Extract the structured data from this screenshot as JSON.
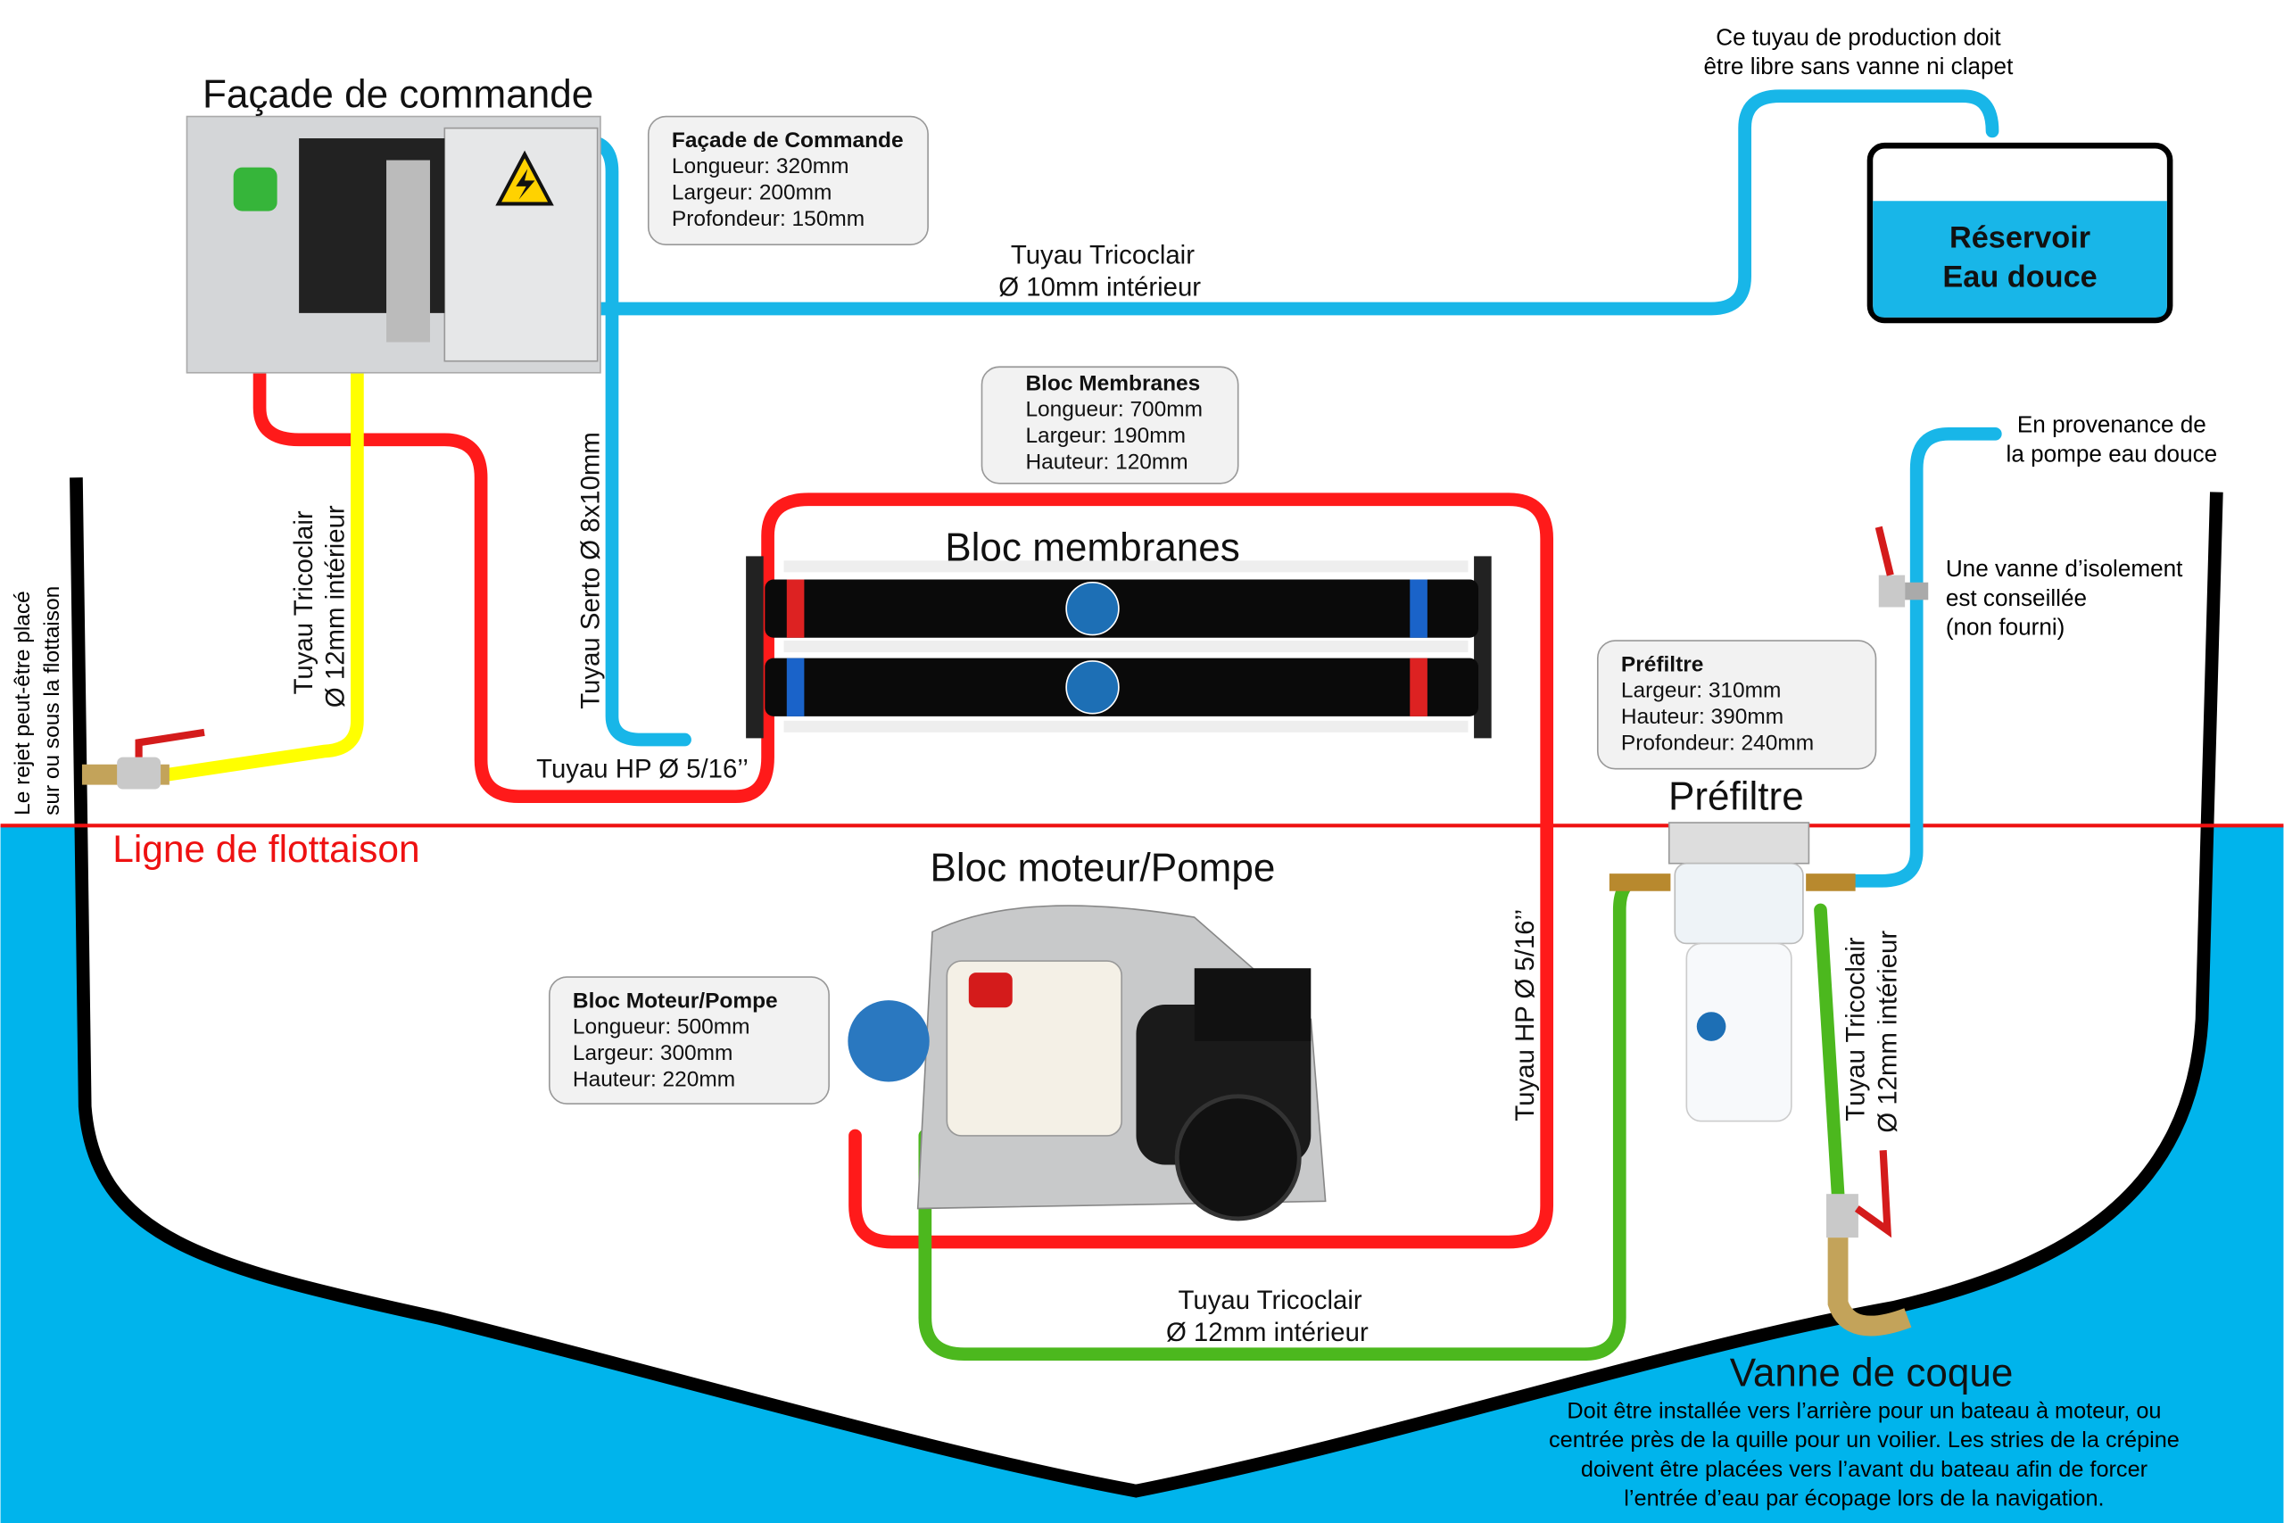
{
  "colors": {
    "water": "#00b4ec",
    "pipe_cyan": "#18b6e8",
    "pipe_red": "#ff1a1a",
    "pipe_yellow": "#ffff00",
    "pipe_green": "#4cb81e",
    "waterline": "#ee1111",
    "hull": "#000000"
  },
  "titles": {
    "facade": "Façade de commande",
    "membranes": "Bloc membranes",
    "moteur": "Bloc moteur/Pompe",
    "prefiltre": "Préfiltre",
    "vanne_coque": "Vanne de coque",
    "ligne": "Ligne de flottaison"
  },
  "reservoir": {
    "line1": "Réservoir",
    "line2": "Eau douce"
  },
  "boxes": {
    "facade": {
      "title": "Façade de Commande",
      "lines": [
        "Longueur: 320mm",
        "Largeur: 200mm",
        "Profondeur: 150mm"
      ]
    },
    "membranes": {
      "title": "Bloc Membranes",
      "lines": [
        "Longueur: 700mm",
        "Largeur: 190mm",
        "Hauteur: 120mm"
      ]
    },
    "prefiltre": {
      "title": "Préfiltre",
      "lines": [
        "Largeur: 310mm",
        "Hauteur: 390mm",
        "Profondeur: 240mm"
      ]
    },
    "moteur": {
      "title": "Bloc Moteur/Pompe",
      "lines": [
        "Longueur: 500mm",
        "Largeur: 300mm",
        "Hauteur: 220mm"
      ]
    }
  },
  "notes": {
    "production": [
      "Ce tuyau de production doit",
      "être libre sans vanne ni clapet"
    ],
    "provenance": [
      "En provenance de",
      "la pompe eau douce"
    ],
    "vanne_isolement": [
      "Une vanne d’isolement",
      "est conseillée",
      "(non fourni)"
    ],
    "rejet": [
      "Le rejet peut-être placé",
      "sur ou sous la flottaison"
    ],
    "vanne_coque_desc": [
      "Doit être installée vers l’arrière pour un bateau à moteur, ou",
      "centrée près de la quille pour un voilier. Les stries de la crépine",
      "doivent être placées vers l’avant du bateau afin de forcer",
      "l’entrée d’eau par écopage lors de la navigation."
    ]
  },
  "pipes": {
    "tricoclair10": [
      "Tuyau Tricoclair",
      "Ø 10mm intérieur"
    ],
    "tricoclair12_left": [
      "Tuyau Tricoclair",
      "Ø 12mm intérieur"
    ],
    "serto": "Tuyau Serto Ø 8x10mm",
    "hp_left": "Tuyau HP Ø 5/16’’",
    "hp_right": "Tuyau HP Ø 5/16’’",
    "tricoclair12_bottom": [
      "Tuyau Tricoclair",
      "Ø 12mm intérieur"
    ],
    "tricoclair12_right": [
      "Tuyau Tricoclair",
      "Ø 12mm intérieur"
    ]
  }
}
